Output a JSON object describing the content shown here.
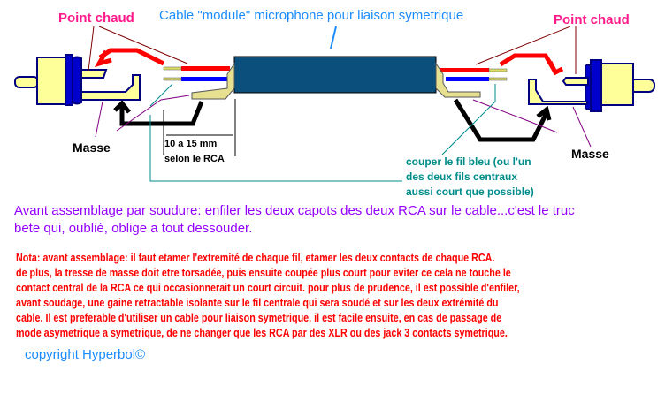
{
  "title": "Cable \"module\" microphone pour liaison symetrique",
  "labels": {
    "hot_left": "Point chaud",
    "hot_right": "Point chaud",
    "ground_left": "Masse",
    "ground_right": "Masse",
    "length_1": "10 a 15 mm",
    "length_2": "selon le RCA"
  },
  "cut_note": [
    "couper le fil bleu (ou l'un",
    "des deux fils centraux",
    "aussi court que possible)"
  ],
  "assembly_note": [
    "Avant assemblage par soudure: enfiler les deux capots des deux RCA sur le cable...c'est le truc",
    "bete qui, oublié, oblige a tout dessouder."
  ],
  "nota": [
    "Nota: avant assemblage: il faut etamer l'extremité de chaque fil, etamer les deux contacts de chaque RCA.",
    "de plus, la tresse de masse doit etre torsadée, puis ensuite coupée plus court pour eviter ce cela ne touche le",
    "contact central de la RCA ce qui occasionnerait un court circuit. pour plus de prudence, il est possible d'enfiler,",
    "avant soudage, une gaine retractable isolante sur le fil centrale qui sera soudé et sur les deux extrémité du",
    "cable. Il est preferable d'utiliser un cable pour liaison symetrique, il est facile ensuite, en cas de passage de",
    "mode asymetrique a symetrique, de ne changer que les RCA par des XLR ou des jack 3 contacts symetrique."
  ],
  "copyright": "copyright Hyperbol©",
  "colors": {
    "hot": "#ff1a8c",
    "title": "#1a8cff",
    "cable": "#0b4f7c",
    "note": "#ff0000",
    "assembly": "#9400ff",
    "cut": "#008b8b"
  }
}
